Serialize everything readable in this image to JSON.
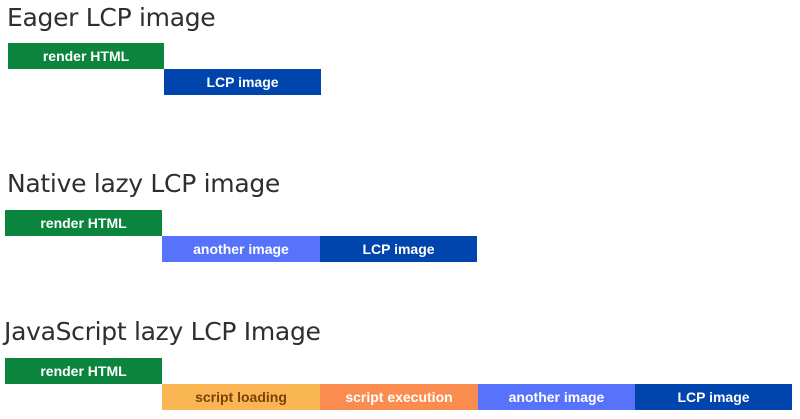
{
  "colors": {
    "render_html": "#0b843e",
    "lcp_image": "#0044ad",
    "another_image": "#5873fb",
    "script_loading": "#fbb654",
    "script_loading_text": "#7a3f0a",
    "script_execution": "#fb8c4f",
    "title_text": "#2e2e33"
  },
  "sections": [
    {
      "title": "Eager LCP image",
      "bars": [
        {
          "label": "render HTML",
          "row": 1,
          "start": 0,
          "span": 1
        },
        {
          "label": "LCP image",
          "row": 2,
          "start": 1,
          "span": 1
        }
      ]
    },
    {
      "title": "Native lazy LCP image",
      "bars": [
        {
          "label": "render HTML",
          "row": 1,
          "start": 0,
          "span": 1
        },
        {
          "label": "another image",
          "row": 2,
          "start": 1,
          "span": 1
        },
        {
          "label": "LCP image",
          "row": 2,
          "start": 2,
          "span": 1
        }
      ]
    },
    {
      "title": "JavaScript lazy LCP Image",
      "bars": [
        {
          "label": "render HTML",
          "row": 1,
          "start": 0,
          "span": 1
        },
        {
          "label": "script loading",
          "row": 2,
          "start": 1,
          "span": 1
        },
        {
          "label": "script execution",
          "row": 2,
          "start": 2,
          "span": 1
        },
        {
          "label": "another image",
          "row": 2,
          "start": 3,
          "span": 1
        },
        {
          "label": "LCP image",
          "row": 2,
          "start": 4,
          "span": 1
        }
      ]
    }
  ]
}
